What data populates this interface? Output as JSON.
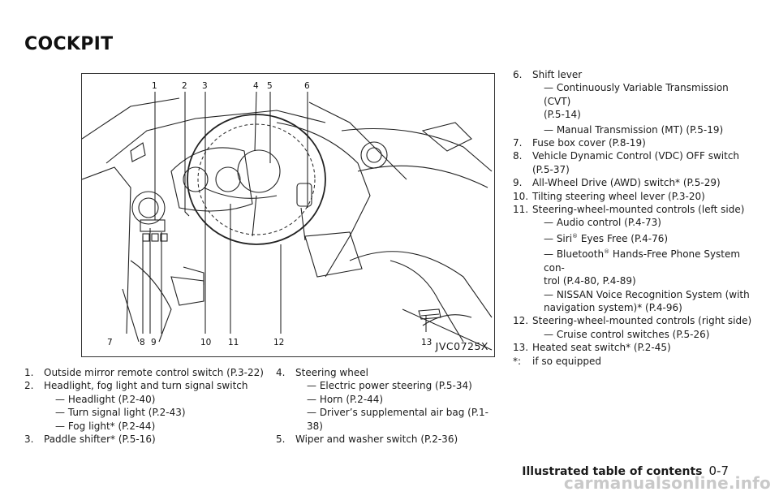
{
  "page": {
    "heading": "COCKPIT",
    "figure_id": "JVC0725X",
    "footer_title": "Illustrated table of contents",
    "footer_page": "0-7",
    "watermark": "carmanualsonline.info"
  },
  "figure": {
    "callouts_top": [
      "1",
      "2",
      "3",
      "4",
      "5",
      "6"
    ],
    "callouts_bottom": [
      "7",
      "8",
      "9",
      "10",
      "11",
      "12",
      "13"
    ]
  },
  "left_list": [
    {
      "num": "1.",
      "text": "Outside mirror remote control switch (P.3-22)"
    },
    {
      "num": "2.",
      "text": "Headlight, fog light and turn signal switch",
      "subs": [
        "— Headlight (P.2-40)",
        "— Turn signal light (P.2-43)",
        "— Fog light* (P.2-44)"
      ]
    },
    {
      "num": "3.",
      "text": "Paddle shifter* (P.5-16)"
    }
  ],
  "middle_list": [
    {
      "num": "4.",
      "text": "Steering wheel",
      "subs": [
        "— Electric power steering (P.5-34)",
        "— Horn (P.2-44)",
        "— Driver’s supplemental air bag (P.1-38)"
      ]
    },
    {
      "num": "5.",
      "text": "Wiper and washer switch (P.2-36)"
    }
  ],
  "right_list": {
    "i6": {
      "num": "6.",
      "text": "Shift lever",
      "sub1a": "— Continuously Variable Transmission (CVT)",
      "sub1b": "(P.5-14)",
      "sub2": "— Manual Transmission (MT) (P.5-19)"
    },
    "i7": {
      "num": "7.",
      "text": "Fuse box cover (P.8-19)"
    },
    "i8": {
      "num": "8.",
      "text": "Vehicle Dynamic Control (VDC) OFF switch",
      "cont": "(P.5-37)"
    },
    "i9": {
      "num": "9.",
      "text": "All-Wheel Drive (AWD) switch* (P.5-29)"
    },
    "i10": {
      "num": "10.",
      "text": "Tilting steering wheel lever (P.3-20)"
    },
    "i11": {
      "num": "11.",
      "text": "Steering-wheel-mounted controls (left side)",
      "sub1": "— Audio control (P.4-73)",
      "sub2_pre": "— Siri",
      "sub2_sup": "®",
      "sub2_post": " Eyes Free (P.4-76)",
      "sub3_pre": "— Bluetooth",
      "sub3_sup": "®",
      "sub3_post": " Hands-Free Phone System con-",
      "sub3_cont": "trol (P.4-80, P.4-89)",
      "sub4": "— NISSAN Voice Recognition System (with",
      "sub4_cont": "navigation system)* (P.4-96)"
    },
    "i12": {
      "num": "12.",
      "text": "Steering-wheel-mounted controls (right side)",
      "sub1": "— Cruise control switches (P.5-26)"
    },
    "i13": {
      "num": "13.",
      "text": "Heated seat switch* (P.2-45)"
    },
    "note": {
      "num": "*:",
      "text": "if so equipped"
    }
  }
}
